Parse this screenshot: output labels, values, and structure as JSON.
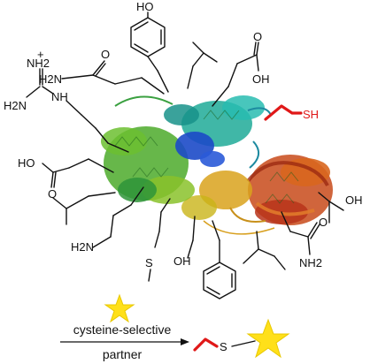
{
  "colors": {
    "thiol_highlight": "#e01818",
    "star": "#ffe01a",
    "star_outline": "#e8c800"
  },
  "labels": {
    "ho_tyrosine": "HO",
    "charge_plus": "+",
    "nh2_guanidine_top": "NH2",
    "h2n_guanidine_left": "H2N",
    "nh_guanidine": "NH",
    "h2n_glutamine": "H2N",
    "o_glutamine": "O",
    "o_glutamate_top": "O",
    "oh_glutamate_top": "OH",
    "sh_cysteine": "SH",
    "ho_aspartate": "HO",
    "o_aspartate": "O",
    "h2n_lysine": "H2N",
    "s_methionine": "S",
    "oh_serine": "OH",
    "o_asparagine": "O",
    "nh2_asparagine": "NH2",
    "oh_threonine": "OH",
    "s_product": "S"
  },
  "caption": {
    "above_arrow": "cysteine-selective",
    "below_arrow": "partner"
  },
  "icons": {
    "reagent": "star-icon",
    "product_label": "star-icon"
  }
}
